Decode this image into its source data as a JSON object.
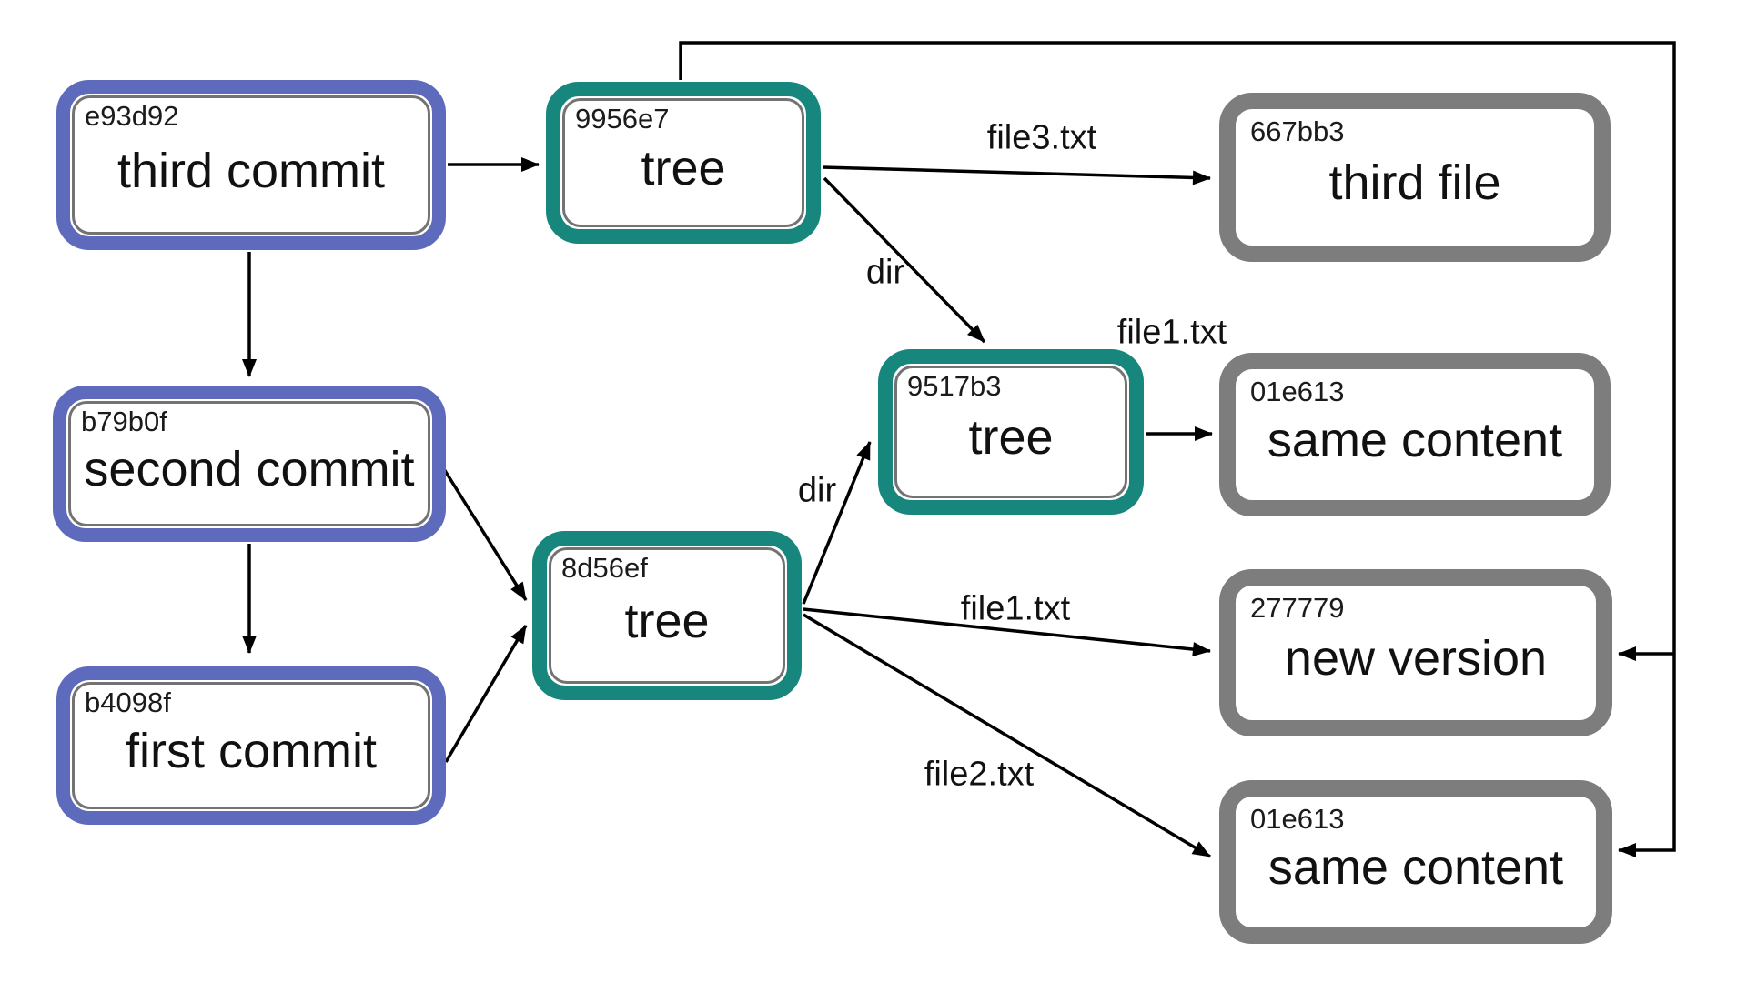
{
  "diagram_type": "git-object-graph",
  "colors": {
    "commit_border": "#5e6bbd",
    "tree_border": "#17867d",
    "blob_border": "#7d7d7d",
    "arrow": "#000000",
    "background": "#ffffff"
  },
  "nodes": {
    "third_commit": {
      "hash": "e93d92",
      "label": "third commit",
      "type": "commit"
    },
    "second_commit": {
      "hash": "b79b0f",
      "label": "second commit",
      "type": "commit"
    },
    "first_commit": {
      "hash": "b4098f",
      "label": "first commit",
      "type": "commit"
    },
    "tree_9956e7": {
      "hash": "9956e7",
      "label": "tree",
      "type": "tree"
    },
    "tree_8d56ef": {
      "hash": "8d56ef",
      "label": "tree",
      "type": "tree"
    },
    "tree_9517b3": {
      "hash": "9517b3",
      "label": "tree",
      "type": "tree"
    },
    "third_file": {
      "hash": "667bb3",
      "label": "third file",
      "type": "blob"
    },
    "same_content_a": {
      "hash": "01e613",
      "label": "same content",
      "type": "blob"
    },
    "new_version": {
      "hash": "277779",
      "label": "new version",
      "type": "blob"
    },
    "same_content_b": {
      "hash": "01e613",
      "label": "same content",
      "type": "blob"
    }
  },
  "edge_labels": {
    "file3": "file3.txt",
    "dir_top": "dir",
    "dir_mid": "dir",
    "file1_dir": "file1.txt",
    "file1_mid": "file1.txt",
    "file2": "file2.txt"
  },
  "edges": [
    {
      "from": "third_commit",
      "to": "tree_9956e7",
      "label": ""
    },
    {
      "from": "third_commit",
      "to": "second_commit",
      "label": ""
    },
    {
      "from": "second_commit",
      "to": "first_commit",
      "label": ""
    },
    {
      "from": "second_commit",
      "to": "tree_8d56ef",
      "label": ""
    },
    {
      "from": "first_commit",
      "to": "tree_8d56ef",
      "label": ""
    },
    {
      "from": "tree_9956e7",
      "to": "third_file",
      "label": "file3.txt"
    },
    {
      "from": "tree_9956e7",
      "to": "tree_9517b3",
      "label": "dir"
    },
    {
      "from": "tree_8d56ef",
      "to": "tree_9517b3",
      "label": "dir"
    },
    {
      "from": "tree_9517b3",
      "to": "same_content_a",
      "label": "file1.txt"
    },
    {
      "from": "tree_8d56ef",
      "to": "new_version",
      "label": "file1.txt"
    },
    {
      "from": "tree_8d56ef",
      "to": "same_content_b",
      "label": "file2.txt"
    },
    {
      "from": "tree_9956e7",
      "to": "new_version",
      "label": ""
    },
    {
      "from": "tree_9956e7",
      "to": "same_content_b",
      "label": ""
    }
  ]
}
